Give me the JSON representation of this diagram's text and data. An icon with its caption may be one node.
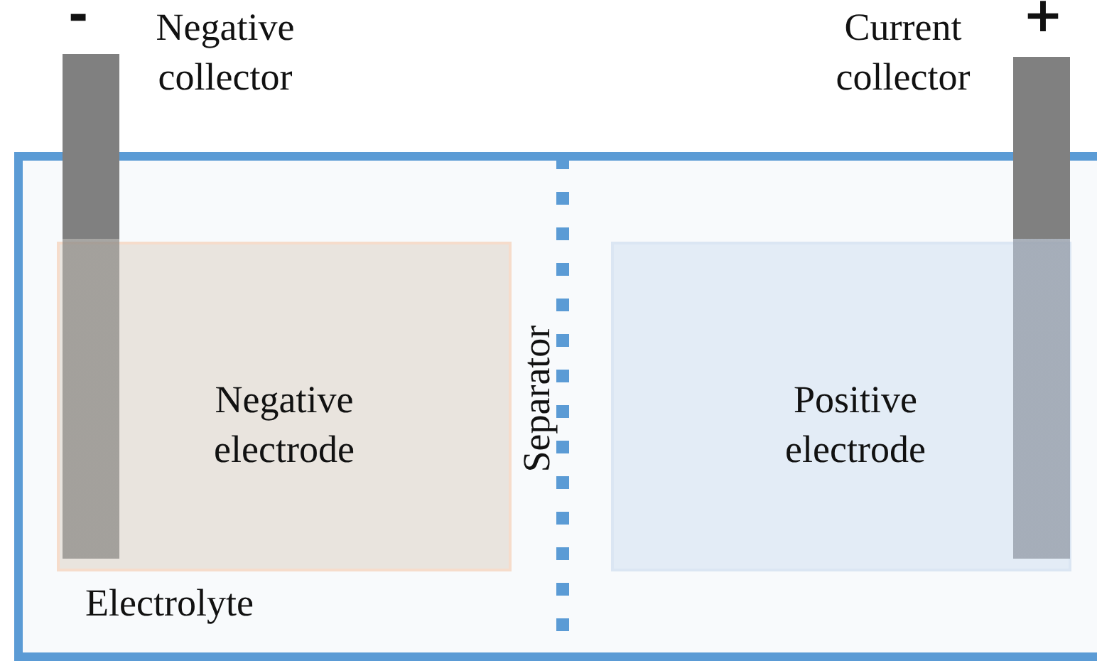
{
  "diagram": {
    "nodes": [
      {
        "text": [
          "Electrolyte"
        ]
      },
      {
        "text": [
          "Negative electrode"
        ],
        "in": 0
      },
      {
        "text": [
          "Positive electrode"
        ],
        "in": 0
      },
      {
        "text": [],
        "shape": "bar",
        "beside": [
          "-",
          "Negative collector"
        ]
      },
      {
        "text": [],
        "shape": "bar",
        "beside": [
          "+",
          "Current collector"
        ]
      }
    ],
    "labels": [
      "Separator"
    ]
  }
}
